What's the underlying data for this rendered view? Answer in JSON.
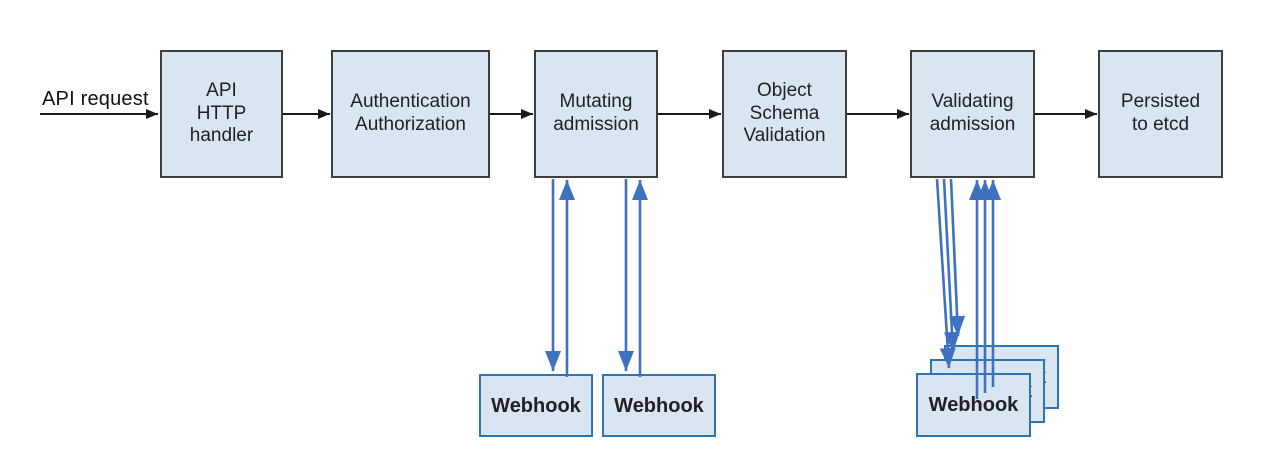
{
  "diagram": {
    "entry_label": "API request",
    "nodes": [
      {
        "id": "api-http-handler",
        "label": "API\nHTTP\nhandler"
      },
      {
        "id": "authentication-authorization",
        "label": "Authentication\nAuthorization"
      },
      {
        "id": "mutating-admission",
        "label": "Mutating\nadmission"
      },
      {
        "id": "object-schema-validation",
        "label": "Object\nSchema\nValidation"
      },
      {
        "id": "validating-admission",
        "label": "Validating\nadmission"
      },
      {
        "id": "persisted-to-etcd",
        "label": "Persisted\nto etcd"
      }
    ],
    "mutating_webhooks": [
      "Webhook",
      "Webhook"
    ],
    "validating_webhooks": [
      "Webhook",
      "Webhook",
      "Webhook"
    ],
    "colors": {
      "node_fill": "#d9e6f2",
      "node_border": "#3f3f3f",
      "webhook_border": "#2e75b6",
      "arrow_black": "#1a1a1a",
      "arrow_blue": "#3e72c0"
    }
  }
}
